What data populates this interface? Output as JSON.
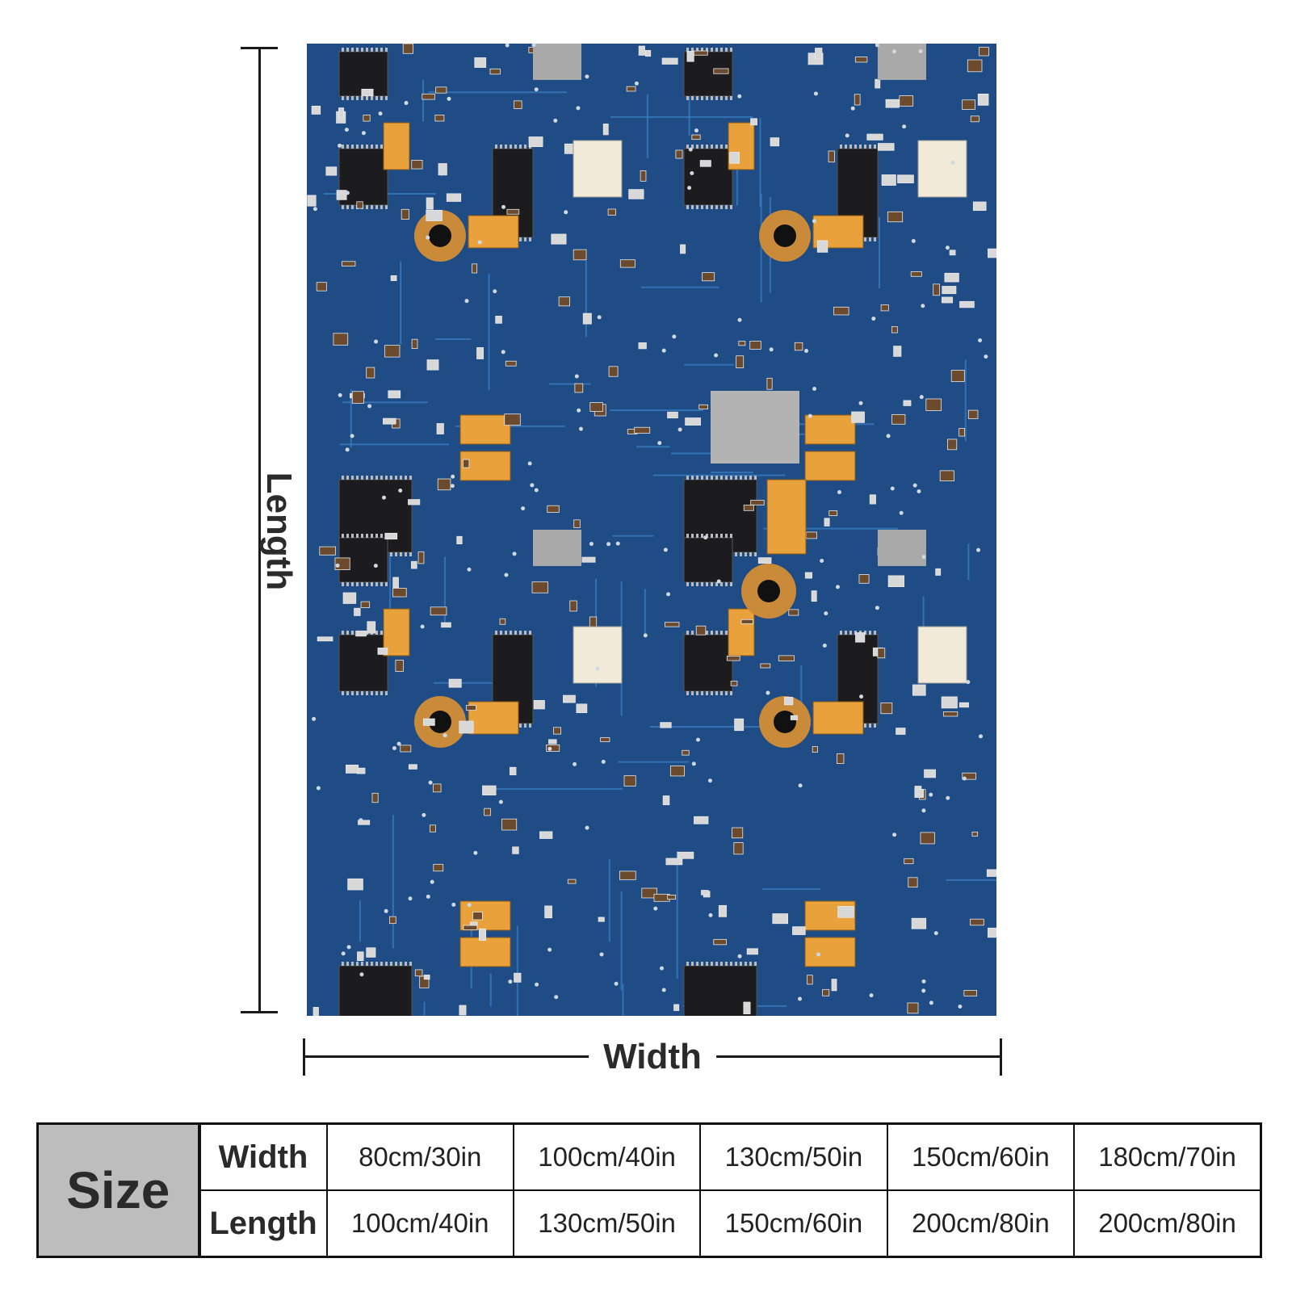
{
  "guides": {
    "length_label": "Length",
    "width_label": "Width"
  },
  "size_table": {
    "header": "Size",
    "rows": [
      {
        "label": "Width",
        "values": [
          "80cm/30in",
          "100cm/40in",
          "130cm/50in",
          "150cm/60in",
          "180cm/70in"
        ]
      },
      {
        "label": "Length",
        "values": [
          "100cm/40in",
          "130cm/50in",
          "150cm/60in",
          "200cm/80in",
          "200cm/80in"
        ]
      }
    ]
  },
  "colors": {
    "board_blue": "#1f4c85",
    "trace_blue": "#3b83c9",
    "chip_black": "#1c1c1e",
    "capacitor_orange": "#e9a23b",
    "mount_hole_copper": "#c98a3a",
    "table_header_gray": "#bdbdbd"
  }
}
